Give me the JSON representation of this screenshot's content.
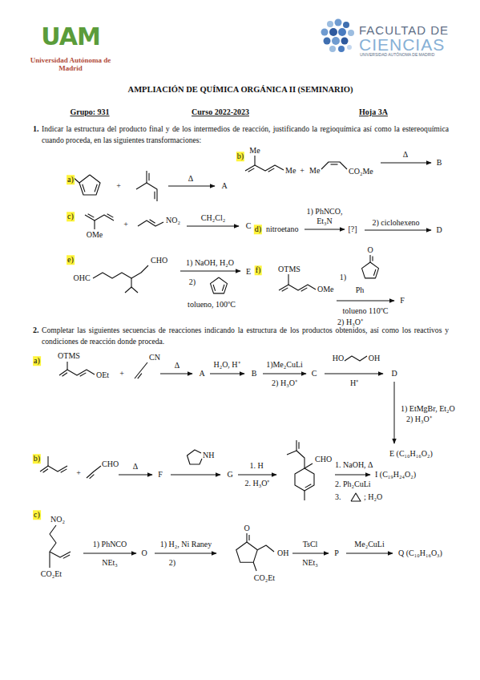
{
  "diagram": {
    "title": "AMPLIACIÓN DE QUÍMICA ORGÁNICA II (SEMINARIO)",
    "labels": [
      "UAM",
      "Universidad Autónoma de Madrid",
      "FACULTAD DE",
      "CIENCIAS",
      "UNIVERSIDAD AUTÓNOMA DE MADRID",
      "Grupo: 931",
      "Curso 2022-2023",
      "Hoja 3A",
      "1.",
      "Indicar la estructura del producto final y de los intermedios de reacción, justificando la regioquímica así como la estereoquímica cuando proceda, en las siguientes transformaciones:",
      "a)",
      "+",
      "Δ",
      "A",
      "b)",
      "Me",
      "Me",
      "+",
      "Me",
      "CO₂Me",
      "Δ",
      "B",
      "c)",
      "OMe",
      "+",
      "NO₂",
      "CH₂Cl₂",
      "C",
      "d)",
      "nitroetano",
      "1) PhNCO,",
      "Et₃N",
      "[?]",
      "2) ciclohexeno",
      "D",
      "e)",
      "OHC",
      "CHO",
      "1) NaOH, H₂O",
      "2)",
      "tolueno, 100ºC",
      "E",
      "f)",
      "OTMS",
      "OMe",
      "1)",
      "O",
      "Ph",
      "tolueno 110ºC",
      "2) H₃O⁺",
      "F",
      "2.",
      "Completar las siguientes secuencias de reacciones indicando la estructura de los productos obtenidos, así como los reactivos y condiciones de reacción donde proceda.",
      "a)",
      "OTMS",
      "OEt",
      "+",
      "CN",
      "Δ",
      "A",
      "H₂O, H⁺",
      "B",
      "1)Me₂CuLi",
      "2) H₃O⁺",
      "C",
      "HO",
      "OH",
      "H⁺",
      "D",
      "1) EtMgBr, Et₂O",
      "2) H₃O⁺",
      "E (C₁₀H₁₆O₂)",
      "b)",
      "+",
      "CHO",
      "Δ",
      "F",
      "NH",
      "G",
      "1. H",
      "2. H₃O⁺",
      "CHO",
      "1. NaOH, Δ",
      "2. Ph₂CuLi",
      "3.",
      "; H₂O",
      "I (C₁₉H₂₄O₂)",
      "c)",
      "NO₂",
      "CO₂Et",
      "1) PhNCO",
      "NEt₃",
      "O",
      "1) H₂, Ni Raney",
      "2)",
      "O",
      "OH",
      "CO₂Et",
      "TsCl",
      "NEt₃",
      "P",
      "Me₂CuLi",
      "Q (C₁₀H₁₆O₃)"
    ]
  }
}
